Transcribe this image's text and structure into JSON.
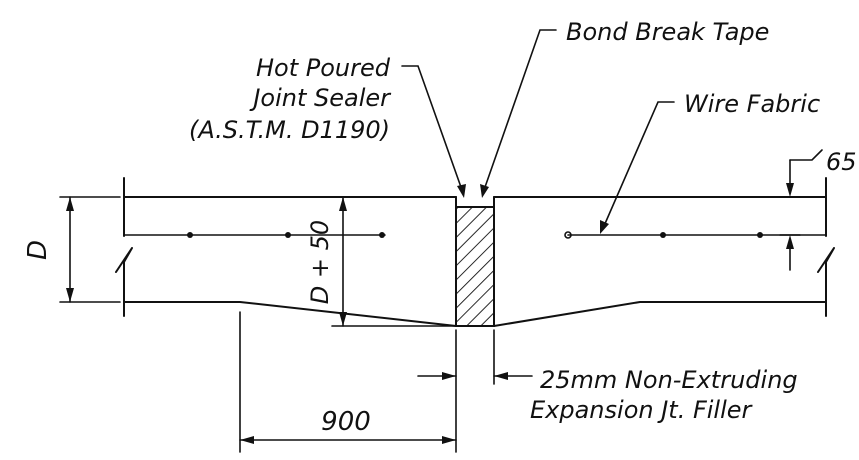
{
  "labels": {
    "bond_break_tape": "Bond Break Tape",
    "hot_poured_line1": "Hot Poured",
    "hot_poured_line2": "Joint Sealer",
    "hot_poured_line3": "(A.S.T.M. D1190)",
    "wire_fabric": "Wire Fabric",
    "cover_dim": "65",
    "thickness": "D",
    "edge_thickness": "D + 50",
    "filler_line1": "25mm Non-Extruding",
    "filler_line2": "Expansion Jt. Filler",
    "thickened_width": "900"
  },
  "colors": {
    "ink": "#111111",
    "background": "#ffffff"
  }
}
